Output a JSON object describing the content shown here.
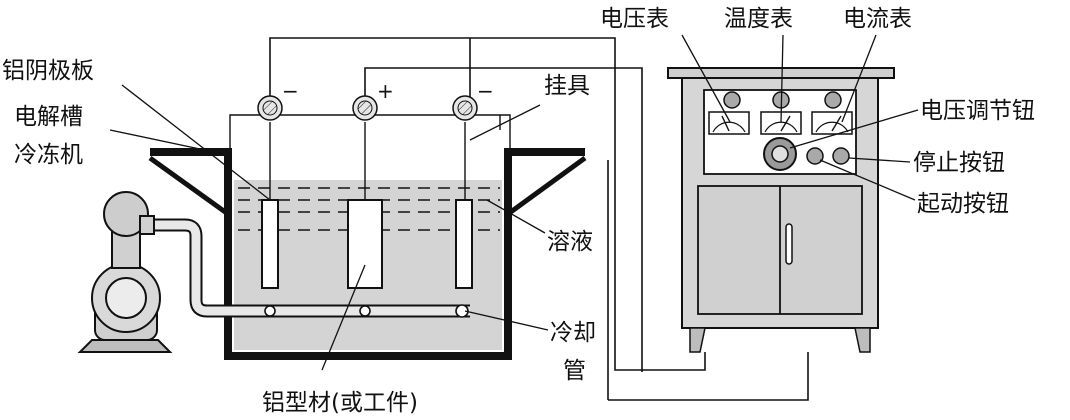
{
  "diagram": {
    "labels": {
      "aluminum_cathode_plate": "铝阴极板",
      "electrolytic_cell": "电解槽",
      "chiller": "冷冻机",
      "fixture": "挂具",
      "solution": "溶液",
      "cooling_pipe_line1": "冷却",
      "cooling_pipe_line2": "管",
      "aluminum_profile": "铝型材(或工件)",
      "voltmeter": "电压表",
      "thermometer": "温度表",
      "ammeter": "电流表",
      "voltage_knob": "电压调节钮",
      "stop_button": "停止按钮",
      "start_button": "起动按钮"
    },
    "terminal_signs": {
      "left": "−",
      "middle": "+",
      "right": "−"
    }
  }
}
